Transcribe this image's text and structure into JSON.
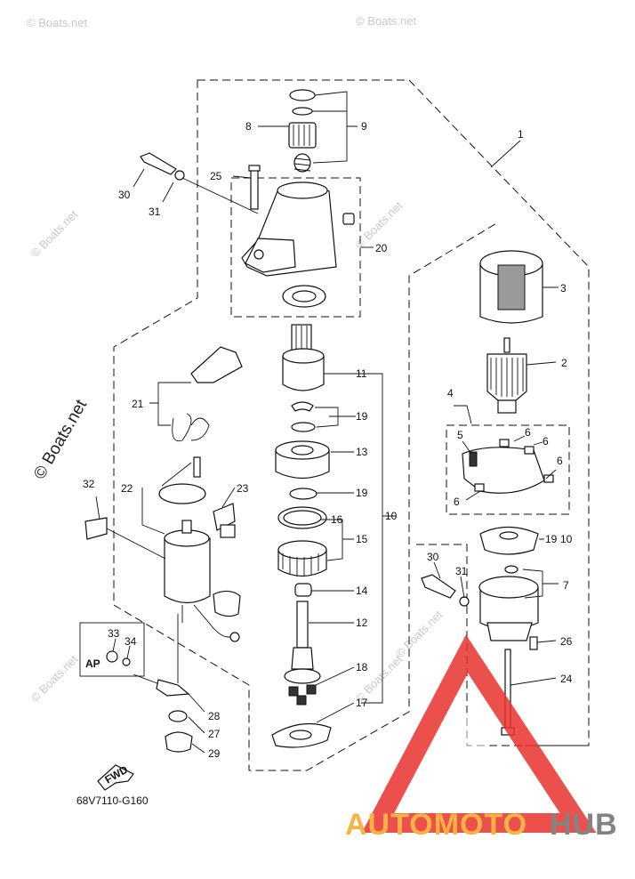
{
  "diagram": {
    "drawing_code": "68V7110-G160",
    "direction_label": "FWD",
    "ap_label": "AP",
    "watermark_main": "© Boats.net",
    "watermark_small": "© Boats.net"
  },
  "callouts": {
    "c1": "1",
    "c2": "2",
    "c3": "3",
    "c4": "4",
    "c5": "5",
    "c6a": "6",
    "c6b": "6",
    "c6c": "6",
    "c6d": "6",
    "c7": "7",
    "c8": "8",
    "c9": "9",
    "c10": "10",
    "c10b": "10",
    "c11": "11",
    "c12": "12",
    "c13": "13",
    "c14": "14",
    "c15": "15",
    "c16": "16",
    "c17": "17",
    "c18": "18",
    "c19a": "19",
    "c19b": "19",
    "c19c": "19",
    "c20": "20",
    "c21": "21",
    "c22": "22",
    "c23": "23",
    "c24": "24",
    "c25": "25",
    "c26": "26",
    "c27": "27",
    "c28": "28",
    "c29": "29",
    "c30a": "30",
    "c30b": "30",
    "c31a": "31",
    "c31b": "31",
    "c32": "32",
    "c33": "33",
    "c34": "34"
  },
  "logo": {
    "text_orange": "AUTOMOTO",
    "text_grey": "HUB",
    "color_orange": "#f5a623",
    "color_grey": "#6e6e6e",
    "color_triangle": "#e8322d"
  }
}
